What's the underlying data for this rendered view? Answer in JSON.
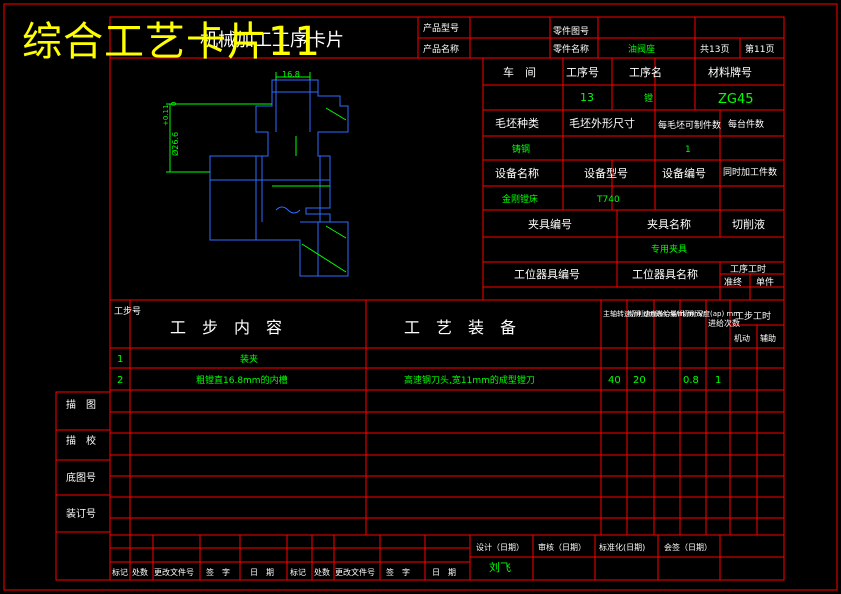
{
  "watermark_title": "综合工艺卡片11",
  "card_title": "机械加工工序卡片",
  "header": {
    "product_model_label": "产品型号",
    "product_name_label": "产品名称",
    "part_drawing_label": "零件图号",
    "part_name_label": "零件名称",
    "part_name_value": "油阀座",
    "total_pages": "共13页",
    "page_no": "第11页"
  },
  "info": {
    "workshop_label": "车　间",
    "op_no_label": "工序号",
    "op_name_label": "工序名",
    "material_label": "材料牌号",
    "op_no_value": "13",
    "op_name_value": "镗",
    "material_value": "ZG45",
    "blank_type_label": "毛坯种类",
    "blank_size_label": "毛坯外形尺寸",
    "parts_per_blank_label": "每毛坯可制件数",
    "parts_per_unit_label": "每台件数",
    "blank_type_value": "铸钢",
    "parts_per_blank_value": "1",
    "equip_name_label": "设备名称",
    "equip_model_label": "设备型号",
    "equip_no_label": "设备编号",
    "simul_parts_label": "同时加工件数",
    "equip_name_value": "金刚镗床",
    "equip_model_value": "T740",
    "fixture_no_label": "夹具编号",
    "fixture_name_label": "夹具名称",
    "coolant_label": "切削液",
    "fixture_name_value": "专用夹具",
    "station_tool_no_label": "工位器具编号",
    "station_tool_name_label": "工位器具名称",
    "op_time_label": "工序工时",
    "prep_label": "准终",
    "unit_label": "单件"
  },
  "drawing": {
    "dim_width": "16.8",
    "dim_diameter": "Ø26.6",
    "tol_upper": "+0.11",
    "tol_lower": "0"
  },
  "steps_header": {
    "step_no": "工步号",
    "content": "工　步　内　容",
    "equipment": "工　艺　装　备",
    "spindle_speed": "主轴转速(n) r/min",
    "cut_speed": "切削速度(v) m/min",
    "feed": "进给量(f) mm/r",
    "depth": "切削深度(ap) mm",
    "passes": "进给次数",
    "step_time": "工步工时",
    "machine": "机动",
    "aux": "辅助"
  },
  "steps": [
    {
      "no": "1",
      "content": "装夹",
      "equip": "",
      "n": "",
      "v": "",
      "f": "",
      "ap": "",
      "passes": ""
    },
    {
      "no": "2",
      "content": "粗镗直16.8mm的内槽",
      "equip": "高速钢刀头,宽11mm的成型镗刀",
      "n": "40",
      "v": "20",
      "f": "",
      "ap": "0.8",
      "passes": "1"
    }
  ],
  "side_labels": {
    "trace": "描　图",
    "check": "描　校",
    "base_no": "底图号",
    "binding_no": "装订号"
  },
  "footer": {
    "design": "设计（日期）",
    "review": "审核（日期）",
    "standard": "标准化(日期)",
    "countersign": "会签（日期）",
    "designer": "刘飞",
    "mark": "标记",
    "count": "处数",
    "change_doc": "更改文件号",
    "sign": "签　字",
    "date": "日　期"
  },
  "colors": {
    "background": "#000000",
    "border": "#ff0000",
    "grid": "#0000ff",
    "label": "#ffffff",
    "value": "#00ff00",
    "title": "#ffff00"
  }
}
